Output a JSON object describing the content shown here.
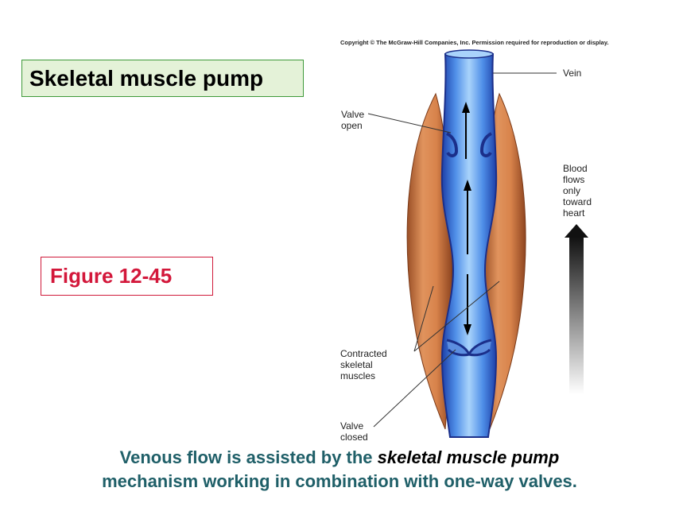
{
  "title": "Skeletal muscle pump",
  "figure_label": "Figure 12-45",
  "copyright": "Copyright © The McGraw-Hill Companies, Inc. Permission required for reproduction or display.",
  "labels": {
    "vein": "Vein",
    "valve_open": "Valve\nopen",
    "blood_flow": "Blood\nflows\nonly\ntoward\nheart",
    "contracted_muscles": "Contracted\nskeletal\nmuscles",
    "valve_closed": "Valve\nclosed"
  },
  "caption": {
    "part1": "Venous flow is assisted by the ",
    "emphasis": "skeletal muscle pump",
    "part2": "mechanism working in combination with one-way valves."
  },
  "colors": {
    "title_border": "#3f9a3a",
    "title_fill": "#e4f2d8",
    "figure_border": "#d01a3a",
    "figure_text": "#d3183b",
    "caption_text": "#1f5f68",
    "vein_blue": "#2f6fd6",
    "muscle_orange": "#c97744"
  }
}
